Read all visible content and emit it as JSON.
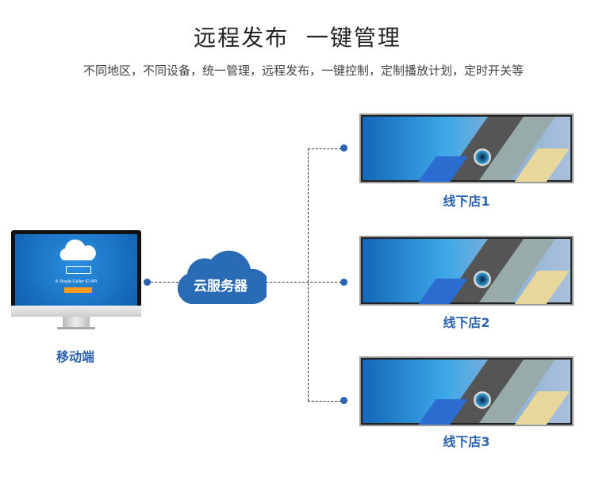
{
  "header": {
    "title": "远程发布  一键管理",
    "subtitle": "不同地区，不同设备，统一管理，远程发布，一键控制，定制播放计划，定时开关等"
  },
  "source": {
    "label": "移动端",
    "screen_text": "A Single Caller ID API"
  },
  "server": {
    "label": "云服务器"
  },
  "stores": [
    {
      "label": "线下店1"
    },
    {
      "label": "线下店2"
    },
    {
      "label": "线下店3"
    }
  ],
  "colors": {
    "accent": "#2a64b0"
  }
}
